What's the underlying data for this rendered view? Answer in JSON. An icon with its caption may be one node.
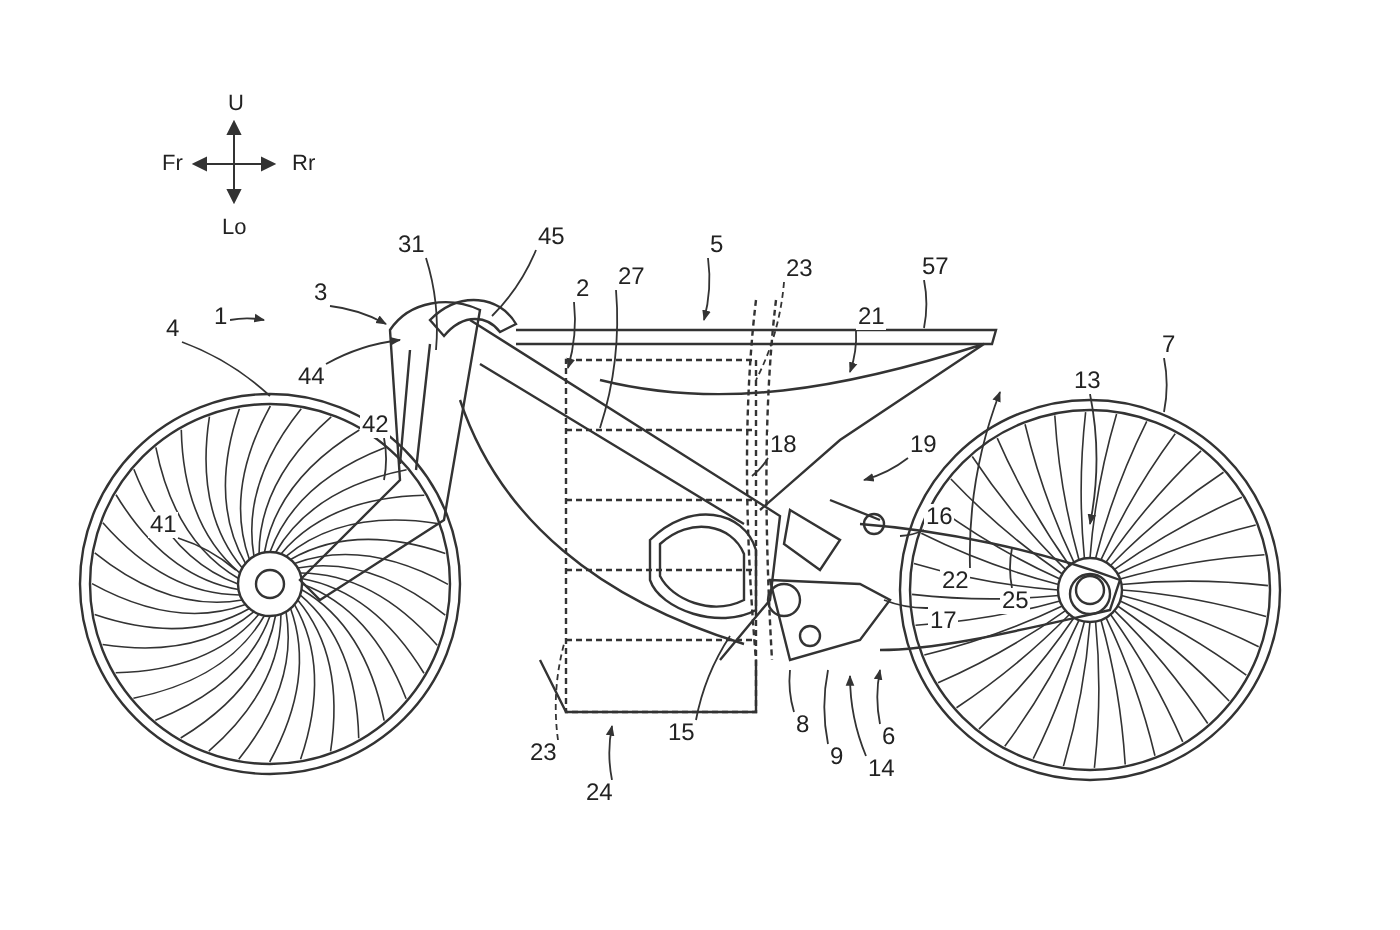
{
  "diagram": {
    "nodes": [
      {
        "text": [
          "1"
        ]
      },
      {
        "text": [
          "3"
        ]
      },
      {
        "text": [
          "31"
        ]
      },
      {
        "text": [
          "45"
        ]
      },
      {
        "text": [
          "44"
        ]
      },
      {
        "text": [
          "2"
        ]
      },
      {
        "text": [
          "27"
        ]
      },
      {
        "text": [
          "5"
        ]
      },
      {
        "text": [
          "23"
        ]
      },
      {
        "text": [
          "57"
        ]
      },
      {
        "text": [
          "21"
        ]
      },
      {
        "text": [
          "4"
        ]
      },
      {
        "text": [
          "42"
        ]
      },
      {
        "text": [
          "7"
        ]
      },
      {
        "text": [
          "13"
        ]
      },
      {
        "text": [
          "41"
        ]
      },
      {
        "text": [
          "18"
        ]
      },
      {
        "text": [
          "19"
        ]
      },
      {
        "text": [
          "16"
        ]
      },
      {
        "text": [
          "22"
        ]
      },
      {
        "text": [
          "25"
        ]
      },
      {
        "text": [
          "17"
        ]
      },
      {
        "text": [
          "23"
        ]
      },
      {
        "text": [
          "15"
        ]
      },
      {
        "text": [
          "24"
        ]
      },
      {
        "text": [
          "8"
        ]
      },
      {
        "text": [
          "9"
        ]
      },
      {
        "text": [
          "14"
        ]
      },
      {
        "text": [
          "6"
        ]
      }
    ],
    "edges": [
      {
        "from": 0,
        "to": null,
        "arrow": "to"
      },
      {
        "from": 1,
        "to": null,
        "arrow": "to"
      },
      {
        "from": 2,
        "to": null,
        "arrow": "none"
      },
      {
        "from": 3,
        "to": null,
        "arrow": "none"
      },
      {
        "from": 4,
        "to": null,
        "arrow": "to"
      },
      {
        "from": 5,
        "to": null,
        "arrow": "to"
      },
      {
        "from": 6,
        "to": null,
        "arrow": "none"
      },
      {
        "from": 7,
        "to": null,
        "arrow": "to"
      },
      {
        "from": 8,
        "to": null,
        "arrow": "none",
        "style": "dashed"
      },
      {
        "from": 9,
        "to": null,
        "arrow": "none"
      },
      {
        "from": 10,
        "to": null,
        "arrow": "to"
      },
      {
        "from": 11,
        "to": null,
        "arrow": "none"
      },
      {
        "from": 12,
        "to": null,
        "arrow": "none"
      },
      {
        "from": 13,
        "to": null,
        "arrow": "none"
      },
      {
        "from": 14,
        "to": null,
        "arrow": "to"
      },
      {
        "from": 15,
        "to": null,
        "arrow": "none"
      },
      {
        "from": 16,
        "to": null,
        "arrow": "none"
      },
      {
        "from": 17,
        "to": null,
        "arrow": "to"
      },
      {
        "from": 18,
        "to": null,
        "arrow": "none"
      },
      {
        "from": 19,
        "to": null,
        "arrow": "to"
      },
      {
        "from": 20,
        "to": null,
        "arrow": "none"
      },
      {
        "from": 21,
        "to": null,
        "arrow": "none"
      },
      {
        "from": 22,
        "to": null,
        "arrow": "none",
        "style": "dashed"
      },
      {
        "from": 23,
        "to": null,
        "arrow": "none"
      },
      {
        "from": 24,
        "to": null,
        "arrow": "to"
      },
      {
        "from": 25,
        "to": null,
        "arrow": "none"
      },
      {
        "from": 26,
        "to": null,
        "arrow": "none"
      },
      {
        "from": 27,
        "to": null,
        "arrow": "to"
      },
      {
        "from": 28,
        "to": null,
        "arrow": "to"
      }
    ],
    "labels": [
      "U",
      "Fr",
      "Rr",
      "Lo"
    ]
  }
}
